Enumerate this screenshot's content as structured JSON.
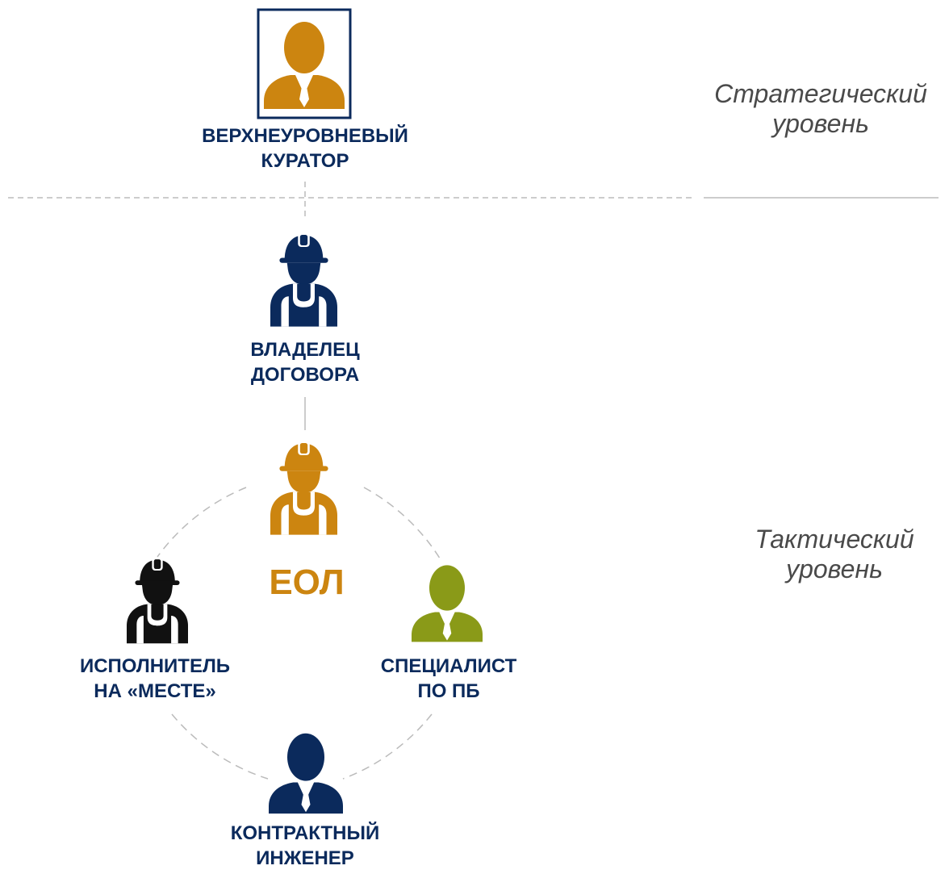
{
  "roles": {
    "top_curator": {
      "line1": "ВЕРХНЕУРОВНЕВЫЙ",
      "line2": "КУРАТОР",
      "icon": "businessman-icon",
      "color": "#cc8510"
    },
    "contract_owner": {
      "line1": "ВЛАДЕЛЕЦ",
      "line2": "ДОГОВОРА",
      "icon": "worker-hardhat-icon",
      "color": "#0b2a5c"
    },
    "eol": {
      "label": "ЕОЛ",
      "icon": "worker-hardhat-icon",
      "color": "#cc8510"
    },
    "onsite_executor": {
      "line1": "ИСПОЛНИТЕЛЬ",
      "line2": "НА «МЕСТЕ»",
      "icon": "worker-hardhat-icon",
      "color": "#111111"
    },
    "safety_specialist": {
      "line1": "СПЕЦИАЛИСТ",
      "line2": "ПО ПБ",
      "icon": "businessman-icon",
      "color": "#8a9a18"
    },
    "contract_engineer": {
      "line1": "КОНТРАКТНЫЙ",
      "line2": "ИНЖЕНЕР",
      "icon": "businessman-icon",
      "color": "#0b2a5c"
    }
  },
  "levels": {
    "strategic": {
      "line1": "Стратегический",
      "line2": "уровень"
    },
    "tactical": {
      "line1": "Тактический",
      "line2": "уровень"
    }
  },
  "colors": {
    "label_navy": "#0b2a5c",
    "accent_orange": "#cc8510",
    "level_text": "#4a4a4a",
    "connector_gray": "#bbbbbb"
  }
}
